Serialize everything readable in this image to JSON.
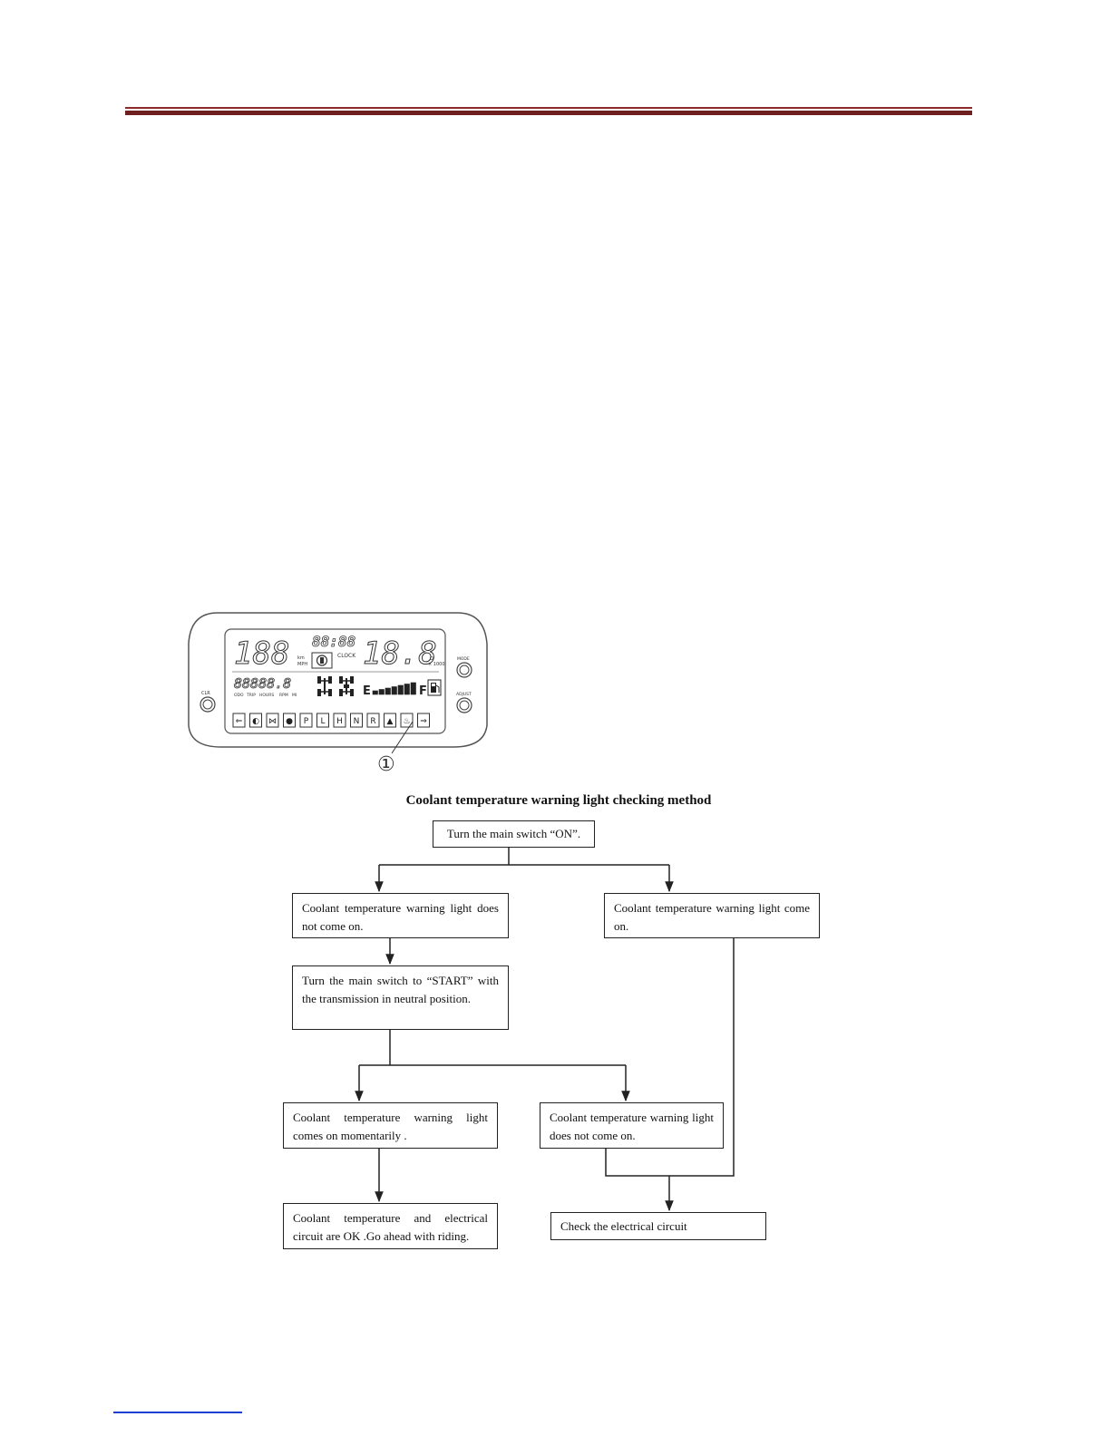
{
  "dashboard": {
    "speed_digits": "188",
    "clock_digits": "88:88",
    "clock_label": "CLOCK",
    "right_digits": "18.8",
    "odo_digits": "88888.8",
    "unit_top": "km",
    "unit_bottom": "MPH",
    "right_unit_top": "Ω",
    "right_unit_bottom": "× 1000",
    "odo_labels": [
      "ODO",
      "TRIP",
      "HOURS",
      "RPM",
      "MI"
    ],
    "fuel_empty": "E",
    "fuel_full": "F",
    "fuel_level": 1.0,
    "gear_labels": [
      "P",
      "L",
      "H",
      "N",
      "R"
    ],
    "left_button_label": "CLR",
    "right_top_button_label": "MODE",
    "right_bottom_button_label": "ADJUST",
    "callout": "①"
  },
  "flowchart": {
    "title": "Coolant temperature warning light checking method",
    "step_main_switch_on": "Turn the main switch “ON”.",
    "light_not_on": "Coolant temperature warning light does not come on.",
    "light_on": "Coolant temperature warning light come on.",
    "switch_to_start": "Turn the main switch to “START” with the transmission in neutral position.",
    "comes_on_momentarily": "Coolant temperature warning light comes on momentarily .",
    "does_not_come_on": "Coolant temperature warning light does not come on.",
    "circuit_ok": "Coolant temperature and electrical circuit are OK .Go ahead with riding.",
    "check_circuit": "Check the electrical circuit"
  },
  "colors": {
    "header_rule": "#6e1f1f",
    "footer_link": "#1b3fd0"
  }
}
